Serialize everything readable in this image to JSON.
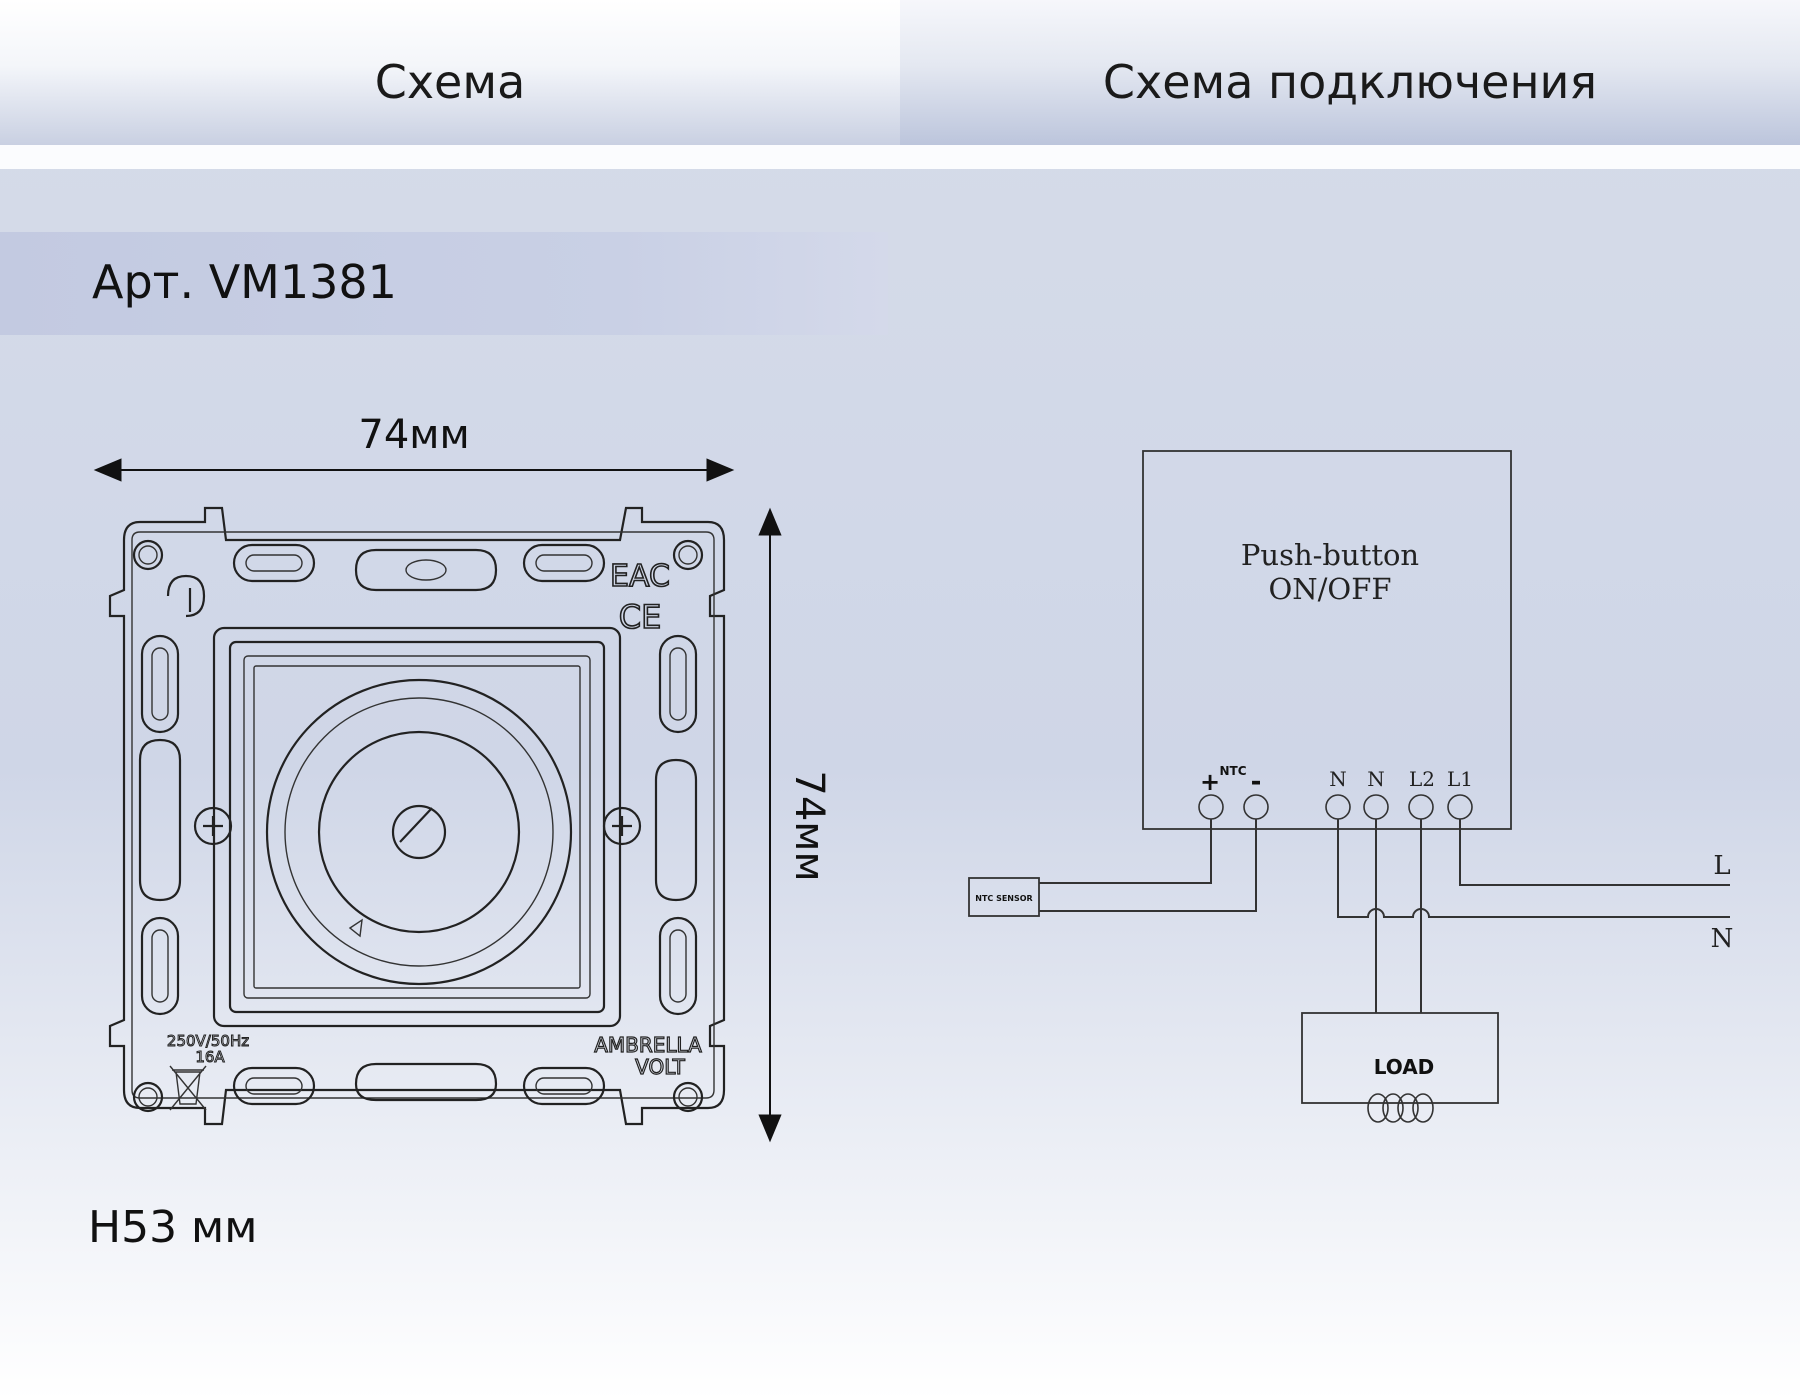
{
  "header": {
    "left_title": "Схема",
    "right_title": "Схема подключения"
  },
  "article": "Арт. VM1381",
  "dimensions": {
    "width_label": "74мм",
    "height_label": "74мм",
    "depth_label": "H53 мм"
  },
  "device_markings": {
    "rating_line1": "250V/50Hz",
    "rating_line2": "16A",
    "brand_line1": "AMBRELLA",
    "brand_line2": "VOLT",
    "cert_mark": "EAC",
    "ce_mark": "CE"
  },
  "wiring": {
    "module_title_line1": "Push-button",
    "module_title_line2": "ON/OFF",
    "terminal_plus": "+",
    "terminal_minus": "-",
    "terminal_ntc": "NTC",
    "terminal_n1": "N",
    "terminal_n2": "N",
    "terminal_l2": "L2",
    "terminal_l1": "L1",
    "sensor_label": "NTC SENSOR",
    "line_l": "L",
    "line_n": "N",
    "load_label": "LOAD"
  }
}
